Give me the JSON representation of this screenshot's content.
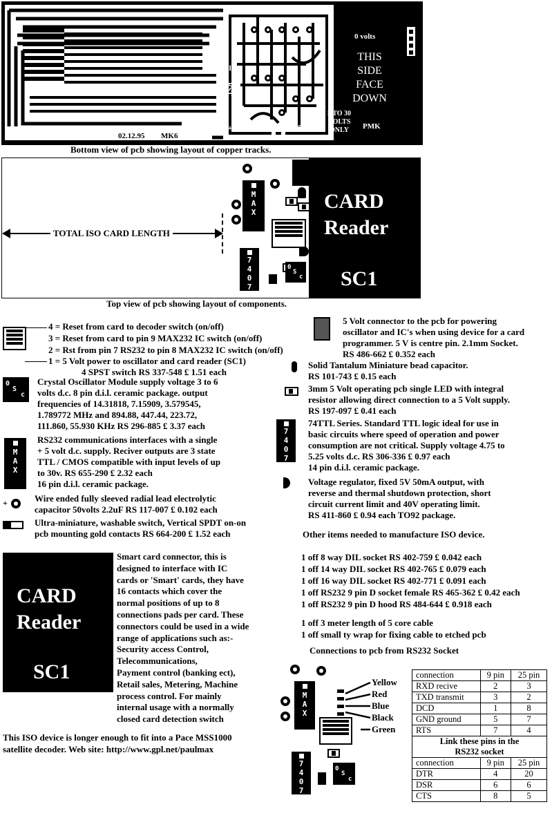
{
  "bottom_pcb": {
    "label_0v": "0V",
    "label_io": "I/O",
    "label_rst": "RST",
    "label_plus": "+",
    "label_minus": "−",
    "zero_volts": "0 volts",
    "face_down_lines": [
      "THIS",
      "SIDE",
      "FACE",
      "DOWN"
    ],
    "volts_lines": [
      "5 TO 30",
      "VOLTS",
      "ONLY"
    ],
    "pmk": "PMK",
    "date": "02.12.95",
    "mk": "MK6",
    "caption": "Bottom view of pcb showing  layout of copper tracks."
  },
  "top_pcb": {
    "total_length": "TOTAL ISO CARD LENGTH",
    "card_title_1": "CARD",
    "card_title_2": "Reader",
    "card_model": "SC1",
    "chip_max": [
      "M",
      "A",
      "X"
    ],
    "chip_7407": [
      "7",
      "4",
      "0",
      "7"
    ],
    "osc_chars": [
      "0",
      "S",
      "c"
    ],
    "caption": "Top view of pcb showing layout of components."
  },
  "switch_legend": {
    "lines": [
      "4 = Reset from card to decoder switch (on/off)",
      "3 = Reset from card to pin 9 MAX232 IC switch (on/off)",
      "2 = Rst from pin 7 RS232 to pin 8 MAX232 IC switch (on/off)",
      "1 = 5 Volt power to oscillator and card reader (SC1)"
    ],
    "switch_part": "4 SPST switch RS 337-548 £ 1.51 each"
  },
  "left_parts": {
    "oscillator": [
      "Crystal Oscillator Module supply voltage 3 to 6",
      "volts d.c. 8 pin d.i.l. ceramic package. output",
      "frequencies of 14.31818, 7.15909, 3.579545,",
      "1.789772 MHz and 894.88, 447.44, 223.72,",
      "111.860, 55.930 KHz RS 296-885 £ 3.37 each"
    ],
    "max232": [
      "RS232 communications interfaces with a single",
      "+ 5 volt d.c. supply. Reciver outputs are 3 state",
      "TTL / CMOS compatible with input levels of up",
      "to 30v. RS 655-290 £ 2.32 each",
      "16 pin d.i.l. ceramic package."
    ],
    "capacitor": [
      "Wire ended fully sleeved radial lead electrolytic",
      "capacitor 50volts 2.2uF RS 117-007 £ 0.102 each"
    ],
    "spdt": [
      "Ultra-miniature, washable switch, Vertical SPDT on-on",
      "pcb mounting gold contacts RS 664-200 £ 1.52 each"
    ]
  },
  "right_parts": {
    "connector": [
      "5 Volt connector to the pcb for powering",
      "oscillator and IC's when using device for a card",
      "programmer. 5 V is centre pin. 2.1mm Socket.",
      "RS 486-662 £ 0.352 each"
    ],
    "tantalum": [
      "Solid Tantalum Miniature bead capacitor.",
      "RS 101-743 £ 0.15 each"
    ],
    "led": [
      "3mm 5 Volt operating pcb single LED with integral",
      "resistor allowing direct connection to a 5 Volt supply.",
      "RS 197-097 £ 0.41 each"
    ],
    "ttl": [
      "74TTL Series. Standard TTL logic ideal for use in",
      "basic circuits where speed of operation and power",
      "consumption are not critical. Supply voltage 4.75 to",
      "5.25 volts d.c. RS 306-336 £ 0.97 each",
      "14 pin d.i.l. ceramic package."
    ],
    "regulator": [
      "Voltage regulator, fixed 5V 50mA output, with",
      "reverse and thermal shutdown protection, short",
      "circuit current limit and 40V operating limit.",
      "RS 411-860 £ 0.94 each      TO92 package."
    ],
    "other_heading": "Other items needed to manufacture ISO device.",
    "other_items": [
      "1 off 8 way DIL socket RS 402-759 £ 0.042 each",
      "1 off 14 way DIL socket RS 402-765 £ 0.079 each",
      "1 off 16 way DIL socket RS 402-771 £ 0.091 each",
      "1 off RS232 9 pin D socket female RS 465-362 £ 0.42 each",
      "1 off RS232 9 pin D hood RS 484-644 £ 0.918 each"
    ],
    "cable_items": [
      "1 off 3 meter length of 5 core cable",
      "1 off small ty wrap for fixing cable to etched pcb"
    ],
    "connections_heading": "Connections to pcb from RS232 Socket"
  },
  "smart_card": {
    "title_1": "CARD",
    "title_2": "Reader",
    "model": "SC1",
    "description": [
      "Smart card connector, this is",
      "designed to interface with IC",
      "cards or 'Smart' cards, they have",
      "16 contacts which cover the",
      "normal positions of up to 8",
      "connections pads per card. These",
      "connectors could be used in a wide",
      "range of applications such as:-",
      "Security access Control,",
      "Telecommunications,",
      "Payment control (banking ect),",
      "Retail sales, Metering, Machine",
      "process control. For mainly",
      "internal usage with a normally",
      "closed card detection switch"
    ],
    "footer_1": "This ISO device is longer enough to fit into a Pace MSS1000",
    "footer_2": "satellite decoder.     Web site: http://www.gpl.net/paulmax"
  },
  "wire_colors": [
    "Yellow",
    "Red",
    "Blue",
    "Black",
    "Green"
  ],
  "pin_table": {
    "headers": [
      "connection",
      "9 pin",
      "25 pin"
    ],
    "rows": [
      [
        "RXD recive",
        "2",
        "3"
      ],
      [
        "TXD transmit",
        "3",
        "2"
      ],
      [
        "DCD",
        "1",
        "8"
      ],
      [
        "GND ground",
        "5",
        "7"
      ],
      [
        "RTS",
        "7",
        "4"
      ]
    ],
    "link_title_1": "Link these pins in the",
    "link_title_2": "RS232 socket",
    "link_headers": [
      "connection",
      "9 pin",
      "25 pin"
    ],
    "link_rows": [
      [
        "DTR",
        "4",
        "20"
      ],
      [
        "DSR",
        "6",
        "6"
      ],
      [
        "CTS",
        "8",
        "5"
      ]
    ]
  }
}
